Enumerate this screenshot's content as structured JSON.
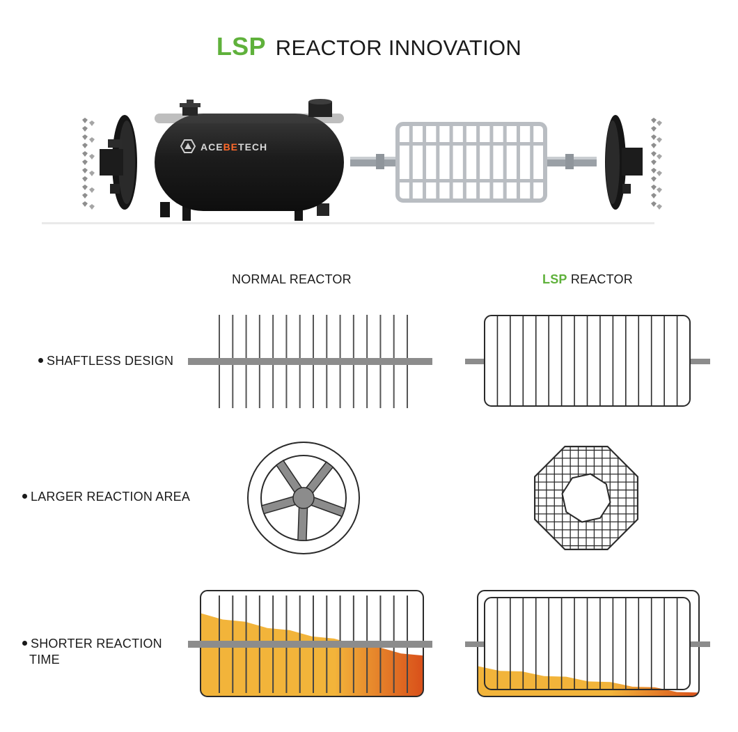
{
  "title": {
    "accent": "LSP",
    "text": "REACTOR INNOVATION"
  },
  "hero": {
    "brand": "ACEBETECH",
    "brand_prefix": "ACE",
    "brand_mid": "BE",
    "brand_suffix": "TECH"
  },
  "columns": {
    "normal": {
      "label": "NORMAL REACTOR"
    },
    "lsp": {
      "accent": "LSP",
      "label": "REACTOR"
    }
  },
  "features": [
    {
      "line1": "SHAFTLESS DESIGN",
      "line2": ""
    },
    {
      "line1": "LARGER REACTION AREA",
      "line2": ""
    },
    {
      "line1": "SHORTER REACTION",
      "line2": "TIME"
    }
  ],
  "colors": {
    "accent": "#5fb13b",
    "tank": "#1f1f1f",
    "cage": "#b9bdc2",
    "shaft": "#8c8c8c",
    "oil_top": "#f2b43a",
    "oil_end": "#d9501a"
  },
  "diagram": {
    "normal_blade_count": 15,
    "lsp_bar_count": 15,
    "normal_spoke_count": 5,
    "mesh_grid_lines": 14,
    "normal_fill_level": {
      "start": 0.78,
      "end": 0.38
    },
    "lsp_fill_level": {
      "start": 0.28,
      "end": 0.03
    }
  }
}
